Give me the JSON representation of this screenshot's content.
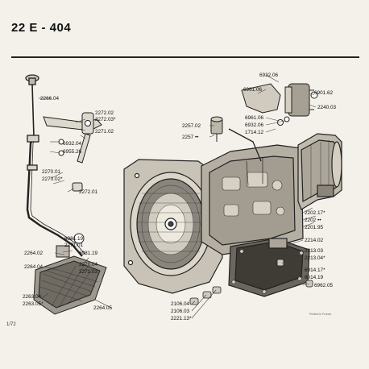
{
  "header": {
    "title": "22 E - 404"
  },
  "footer": {
    "page_ref": "1/72",
    "printed": "Printed in France"
  },
  "diagram": {
    "labels": [
      {
        "id": "l-2266-04",
        "text": "2266.04"
      },
      {
        "id": "l-2272-02",
        "text": "2272.02"
      },
      {
        "id": "l-2272-03",
        "text": "2272.03*"
      },
      {
        "id": "l-2271-02",
        "text": "2271.02"
      },
      {
        "id": "l-6932-04",
        "text": "6932.04"
      },
      {
        "id": "l-6955-26",
        "text": "6955.26"
      },
      {
        "id": "l-2270-01",
        "text": "2270.01"
      },
      {
        "id": "l-2270-02",
        "text": "2270.02*"
      },
      {
        "id": "l-2272-01",
        "text": "2272.01"
      },
      {
        "id": "l-6981-19a",
        "text": "6981.19"
      },
      {
        "id": "l-2271-01",
        "text": "2271.01"
      },
      {
        "id": "l-2264-02",
        "text": "2264.02"
      },
      {
        "id": "l-6981-19b",
        "text": "6981.19"
      },
      {
        "id": "l-2264-04",
        "text": "2264.04"
      },
      {
        "id": "l-2270-04",
        "text": "2270.04"
      },
      {
        "id": "l-2271-03",
        "text": "2271.03"
      },
      {
        "id": "l-2263-04",
        "text": "2263.04"
      },
      {
        "id": "l-2263-05",
        "text": "2263.05*"
      },
      {
        "id": "l-2264-05",
        "text": "2264.05"
      },
      {
        "id": "l-2257-02",
        "text": "2257.02"
      },
      {
        "id": "l-2257",
        "text": "2257 ••"
      },
      {
        "id": "l-6932-06a",
        "text": "6932.06"
      },
      {
        "id": "l-6961-06a",
        "text": "6961.06"
      },
      {
        "id": "l-6901-62",
        "text": "6901.62"
      },
      {
        "id": "l-2240-03",
        "text": "2240.03"
      },
      {
        "id": "l-6961-06b",
        "text": "6961.06"
      },
      {
        "id": "l-6932-06b",
        "text": "6932.06"
      },
      {
        "id": "l-1714-12",
        "text": "1714.12"
      },
      {
        "id": "l-2202-17",
        "text": "2202.17*"
      },
      {
        "id": "l-2202",
        "text": "2202 ••"
      },
      {
        "id": "l-2201-95",
        "text": "2201.95"
      },
      {
        "id": "l-2214-02",
        "text": "2214.02"
      },
      {
        "id": "l-2213-03",
        "text": "2213.03"
      },
      {
        "id": "l-2213-04",
        "text": "2213.04*"
      },
      {
        "id": "l-6914-17",
        "text": "6914.17*"
      },
      {
        "id": "l-6914-19",
        "text": "6914.19"
      },
      {
        "id": "l-6962-05",
        "text": "6962.05"
      },
      {
        "id": "l-2106-04",
        "text": "2106.04"
      },
      {
        "id": "l-2106-03",
        "text": "2106.03"
      },
      {
        "id": "l-2221-13",
        "text": "2221.13*"
      }
    ]
  }
}
